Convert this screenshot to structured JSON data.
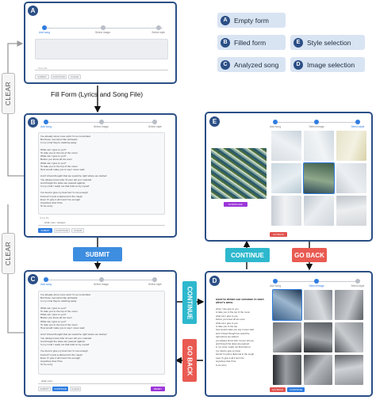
{
  "legend": {
    "A": "Empty form",
    "B": "Filled form",
    "C": "Analyzed song",
    "D": "Image selection",
    "E": "Style selection"
  },
  "panel_labels": {
    "A": "A",
    "B": "B",
    "C": "C",
    "D": "D",
    "E": "E"
  },
  "stepper": {
    "step1": "Add song",
    "step2": "Select image",
    "step3": "Select style"
  },
  "form": {
    "lyrics_label": "Lyrics",
    "song_file_label": "Song file",
    "audio_file": "what i can - Gospel...",
    "audio_file_short": "what i can...",
    "submit_label": "SUBMIT",
    "continue_label": "CONTINUE",
    "clear_label": "CLEAR",
    "reset_label": "RESET"
  },
  "lyrics_lines": [
    "I've already done more work I'm so committed",
    "But these memories like pinheads",
    "In my mind they're clashing away",
    "",
    "What can I give to you?",
    "To take you to the top of the moon",
    "What can I give to you?",
    "Before you knew all too soon",
    "What can I give to you?",
    "To take you to the top of the moon",
    "How would make you to say I never said",
    "",
    "And I'd lived thought that we would be right where we started",
    "You always know who I'd ever tell you I wanted",
    "And though the skies are peaced against",
    "In my mind I really not that hold on by myself",
    "",
    "I've tried to give my best but I'm not enough",
    "Forced I'm just a diamond in the rough",
    "Even if I give it all it won't be enough",
    "Anywhere that I'll be",
    "To be sorry"
  ],
  "analysis": {
    "title": "used to dream our common in each\nother's arms",
    "lines": [
      "when i can give to you",
      "to take you to the top of the moon",
      "what can i give to you",
      "before you knew all too soon",
      "what can i give to you",
      "to take you to the top",
      "how would make you say i never said",
      "and i'd lived thought we would be",
      "right where we started",
      "you always know who i'd ever tell you",
      "and though the skies are peaced",
      "in my mind i really not that hold on",
      "i've tried to give my best",
      "forced i'm just a diamond in the rough",
      "even if i give it all it won't be",
      "anywhere that i'll be",
      "to be sorry"
    ],
    "go_back_label": "GO BACK",
    "continue_label": "CONTINUE"
  },
  "style": {
    "download_label": "DOWNLOAD",
    "go_back_label": "GO BACK"
  },
  "flow": {
    "fill_form_caption": "Fill Form (Lyrics and Song File)",
    "submit_tag": "SUBMIT",
    "continue_tag_right": "CONTINUE",
    "go_back_tag_right": "GO BACK",
    "continue_tag_left": "CONTINUE",
    "go_back_tag_left": "GO BACK",
    "clear_top": "CLEAR",
    "clear_bottom": "CLEAR"
  },
  "colors": {
    "panel_border": "#2b4f86",
    "continue": "#2db8cd",
    "go_back": "#e95a52",
    "submit": "#3d8de0",
    "legend_bg": "#d9e4f3"
  }
}
